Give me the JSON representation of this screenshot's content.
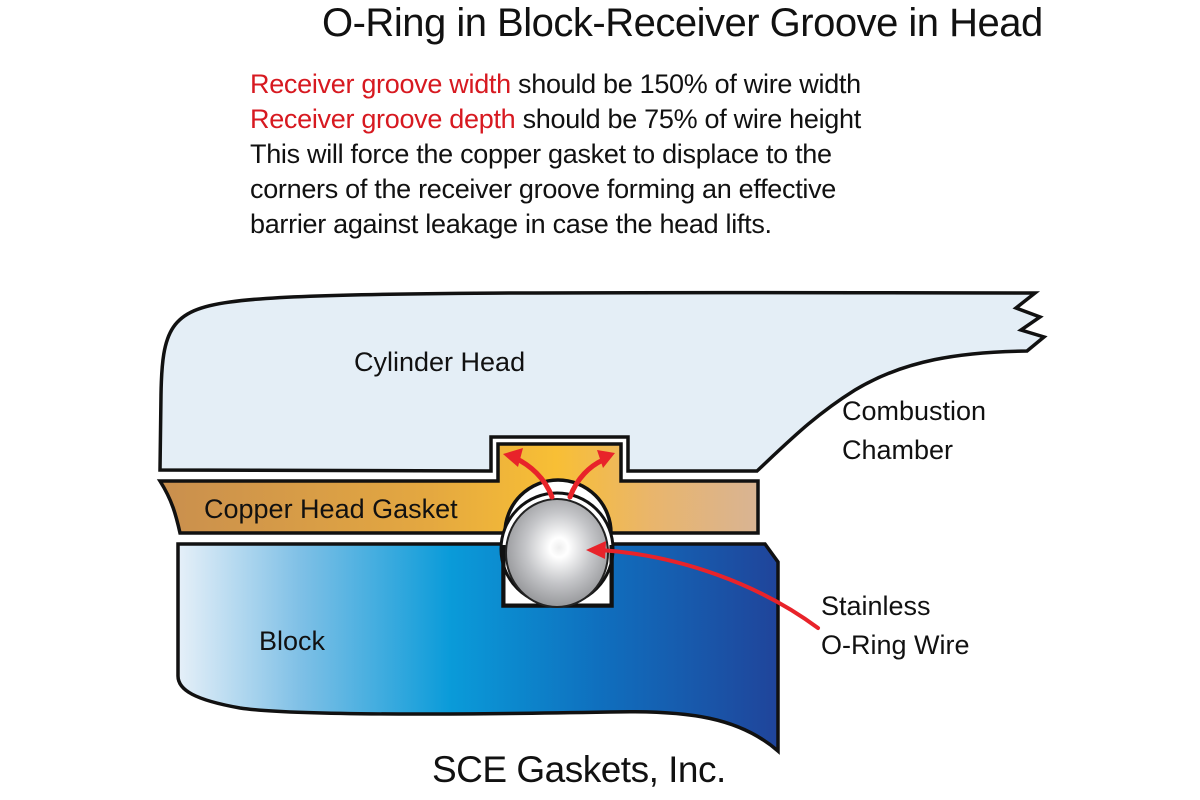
{
  "title": "O-Ring in Block-Receiver Groove in Head",
  "description": {
    "lines": [
      {
        "highlight": "Receiver groove width",
        "rest": " should be 150% of wire width"
      },
      {
        "highlight": "Receiver groove depth",
        "rest": " should be 75% of wire height"
      },
      {
        "highlight": "",
        "rest": "This will force the copper gasket to displace to the"
      },
      {
        "highlight": "",
        "rest": "corners of the receiver groove forming an effective"
      },
      {
        "highlight": "",
        "rest": "barrier against leakage in case the head lifts."
      }
    ]
  },
  "specs": {
    "groove_width_percent_of_wire_width": 150,
    "groove_depth_percent_of_wire_height": 75
  },
  "labels": {
    "cylinder_head": "Cylinder Head",
    "combustion_line1": "Combustion",
    "combustion_line2": "Chamber",
    "gasket": "Copper Head Gasket",
    "block": "Block",
    "wire_line1": "Stainless",
    "wire_line2": "O-Ring Wire"
  },
  "footer": "SCE Gaskets, Inc.",
  "colors": {
    "highlight_red": "#d71920",
    "arrow_red": "#e8232a",
    "head_fill": "#e4eef6",
    "copper_dark": "#c98f4e",
    "copper_bright": "#f8bf35",
    "copper_light": "#dcb48f",
    "block_light": "#e2eef8",
    "block_mid": "#0a9ad8",
    "block_dark": "#1e4a9c",
    "outline": "#111111"
  }
}
